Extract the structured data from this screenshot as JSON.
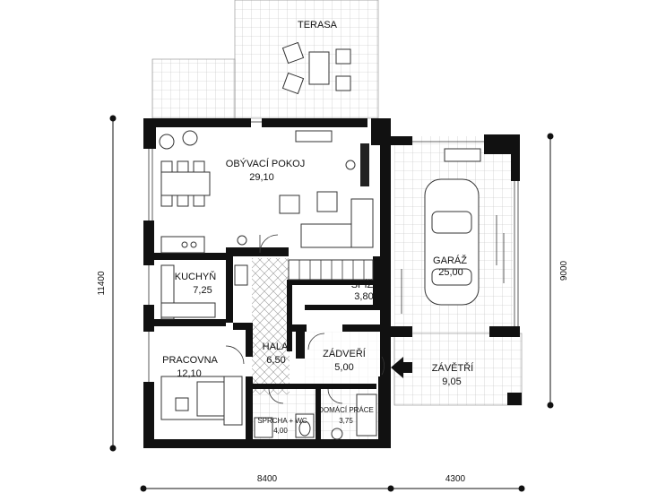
{
  "plan": {
    "rooms": [
      {
        "id": "terrace",
        "name": "TERASA",
        "area": ""
      },
      {
        "id": "living",
        "name": "OBÝVACÍ POKOJ",
        "area": "29,10"
      },
      {
        "id": "kitchen",
        "name": "KUCHYŇ",
        "area": "7,25"
      },
      {
        "id": "pantry",
        "name": "SPÍŽ",
        "area": "3,80"
      },
      {
        "id": "garage",
        "name": "GARÁŽ",
        "area": "25,00"
      },
      {
        "id": "hall",
        "name": "HALA",
        "area": "6,50"
      },
      {
        "id": "study",
        "name": "PRACOVNA",
        "area": "12,10"
      },
      {
        "id": "vestibule",
        "name": "ZÁDVEŘÍ",
        "area": "5,00"
      },
      {
        "id": "porch",
        "name": "ZÁVĚTŘÍ",
        "area": "9,05"
      },
      {
        "id": "shower",
        "name": "SPRCHA + WC",
        "area": "4,00"
      },
      {
        "id": "utility",
        "name": "DOMÁCÍ PRÁCE",
        "area": "3,75"
      }
    ],
    "dimensions": {
      "total_depth": "11400",
      "garage_depth": "9000",
      "house_width": "8400",
      "garage_width": "4300"
    }
  }
}
